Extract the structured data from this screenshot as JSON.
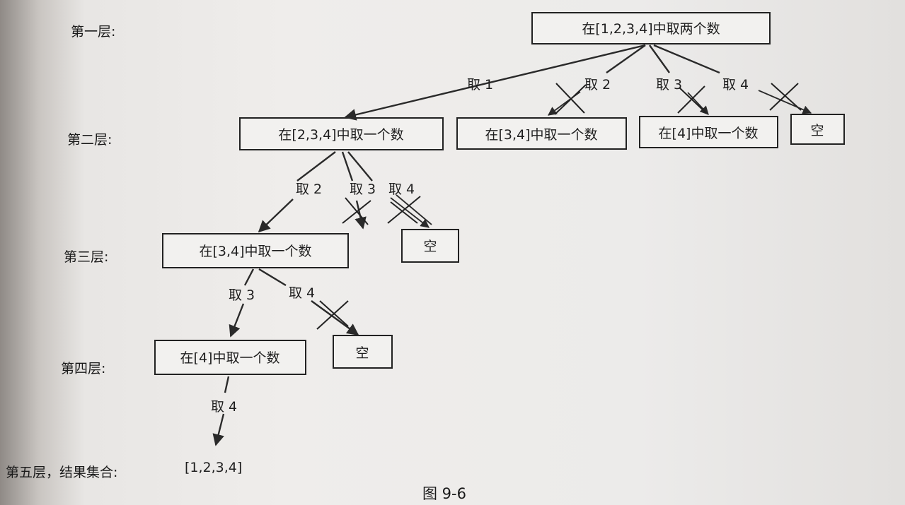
{
  "levels": {
    "l1": "第一层:",
    "l2": "第二层:",
    "l3": "第三层:",
    "l4": "第四层:",
    "l5": "第五层，结果集合:"
  },
  "nodes": {
    "root": "在[1,2,3,4]中取两个数",
    "n2a": "在[2,3,4]中取一个数",
    "n2b": "在[3,4]中取一个数",
    "n2c": "在[4]中取一个数",
    "n2d": "空",
    "n3a": "在[3,4]中取一个数",
    "n3b": "空",
    "n4a": "在[4]中取一个数",
    "n4b": "空"
  },
  "edge_labels": {
    "e_take1": "取 1",
    "e_take2_top": "取 2",
    "e_take3_top": "取 3",
    "e_take4_top": "取 4",
    "e_take2_mid": "取 2",
    "e_take3_mid": "取 3",
    "e_take4_mid": "取 4",
    "e_take3_low": "取 3",
    "e_take4_low": "取 4",
    "e_take4_last": "取 4"
  },
  "result": "[1,2,3,4]",
  "caption": "图 9-6"
}
